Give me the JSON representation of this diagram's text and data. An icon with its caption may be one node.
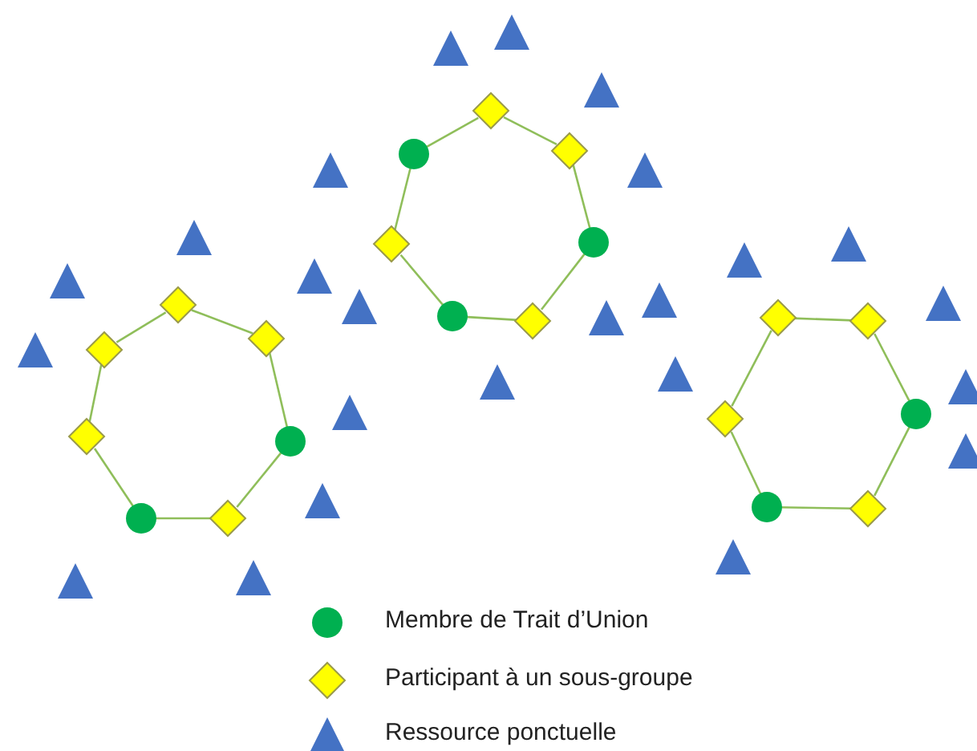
{
  "diagram": {
    "nodes": [
      {
        "text": [],
        "shape": "diamond"
      },
      {
        "text": [],
        "shape": "diamond"
      },
      {
        "text": [],
        "shape": "circle"
      },
      {
        "text": [],
        "shape": "diamond"
      },
      {
        "text": [],
        "shape": "circle"
      },
      {
        "text": [],
        "shape": "diamond"
      },
      {
        "text": [],
        "shape": "diamond"
      },
      {
        "text": [],
        "shape": "diamond"
      },
      {
        "text": [],
        "shape": "diamond"
      },
      {
        "text": [],
        "shape": "circle"
      },
      {
        "text": [],
        "shape": "diamond"
      },
      {
        "text": [],
        "shape": "circle"
      },
      {
        "text": [],
        "shape": "diamond"
      },
      {
        "text": [],
        "shape": "circle"
      },
      {
        "text": [],
        "shape": "diamond"
      },
      {
        "text": [],
        "shape": "diamond"
      },
      {
        "text": [],
        "shape": "circle"
      },
      {
        "text": [],
        "shape": "diamond"
      },
      {
        "text": [],
        "shape": "circle"
      },
      {
        "text": [],
        "shape": "diamond"
      },
      {
        "text": [],
        "shape": "triangle"
      },
      {
        "text": [],
        "shape": "triangle"
      },
      {
        "text": [],
        "shape": "triangle"
      },
      {
        "text": [],
        "shape": "triangle"
      },
      {
        "text": [],
        "shape": "triangle"
      },
      {
        "text": [],
        "shape": "triangle"
      },
      {
        "text": [],
        "shape": "triangle"
      },
      {
        "text": [],
        "shape": "triangle"
      },
      {
        "text": [],
        "shape": "triangle"
      },
      {
        "text": [],
        "shape": "triangle"
      },
      {
        "text": [],
        "shape": "triangle"
      },
      {
        "text": [],
        "shape": "triangle"
      },
      {
        "text": [],
        "shape": "triangle"
      },
      {
        "text": [],
        "shape": "triangle"
      },
      {
        "text": [],
        "shape": "triangle"
      },
      {
        "text": [],
        "shape": "triangle"
      },
      {
        "text": [],
        "shape": "triangle"
      },
      {
        "text": [],
        "shape": "triangle"
      },
      {
        "text": [],
        "shape": "triangle"
      },
      {
        "text": [],
        "shape": "triangle"
      },
      {
        "text": [],
        "shape": "triangle"
      },
      {
        "text": [],
        "shape": "triangle"
      },
      {
        "text": [],
        "shape": "triangle"
      },
      {
        "text": [],
        "shape": "triangle"
      }
    ],
    "edges": [
      {
        "from": 0,
        "to": 1,
        "arrow": "none"
      },
      {
        "from": 1,
        "to": 2,
        "arrow": "none"
      },
      {
        "from": 2,
        "to": 3,
        "arrow": "none"
      },
      {
        "from": 3,
        "to": 4,
        "arrow": "none"
      },
      {
        "from": 4,
        "to": 5,
        "arrow": "none"
      },
      {
        "from": 5,
        "to": 6,
        "arrow": "none"
      },
      {
        "from": 6,
        "to": 0,
        "arrow": "none"
      },
      {
        "from": 7,
        "to": 8,
        "arrow": "none"
      },
      {
        "from": 8,
        "to": 9,
        "arrow": "none"
      },
      {
        "from": 9,
        "to": 10,
        "arrow": "none"
      },
      {
        "from": 10,
        "to": 11,
        "arrow": "none"
      },
      {
        "from": 11,
        "to": 12,
        "arrow": "none"
      },
      {
        "from": 12,
        "to": 13,
        "arrow": "none"
      },
      {
        "from": 13,
        "to": 7,
        "arrow": "none"
      },
      {
        "from": 14,
        "to": 15,
        "arrow": "none"
      },
      {
        "from": 15,
        "to": 16,
        "arrow": "none"
      },
      {
        "from": 16,
        "to": 17,
        "arrow": "none"
      },
      {
        "from": 17,
        "to": 18,
        "arrow": "none"
      },
      {
        "from": 18,
        "to": 19,
        "arrow": "none"
      },
      {
        "from": 19,
        "to": 14,
        "arrow": "none"
      }
    ],
    "legend": [
      {
        "text": "Membre de Trait d’Union"
      },
      {
        "text": "Participant à un sous-groupe"
      },
      {
        "text": "Ressource ponctuelle"
      }
    ]
  }
}
